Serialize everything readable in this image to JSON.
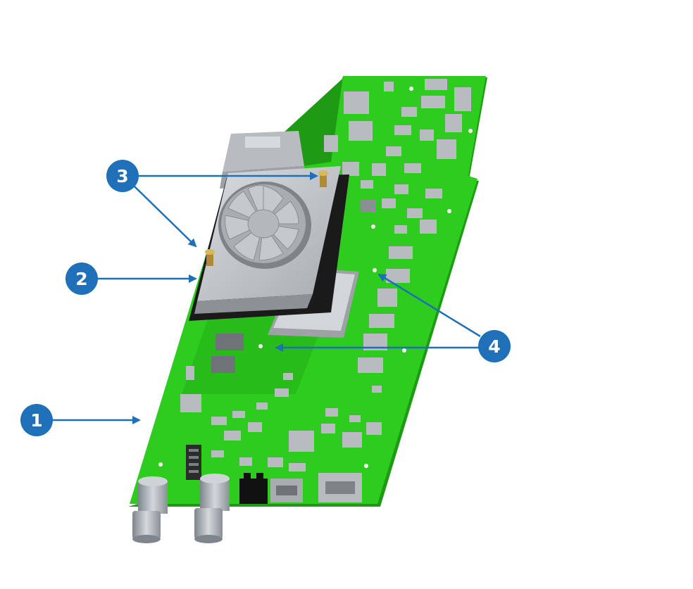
{
  "colors": {
    "background": "#ffffff",
    "pcb": "#2ecc1e",
    "pcb_edge": "#1f9a14",
    "pcb_shadow": "#26ad1a",
    "component": "#b8bcc0",
    "component_dark": "#8a8f94",
    "heatsink": "#c2c6ca",
    "heatsink_dark": "#1a1a1a",
    "fan_blade": "#a9adb1",
    "chip": "#d3d6d9",
    "standoff": "#c9a64a",
    "callout_fill": "#1f6fb9",
    "callout_arrow": "#1f6fb9",
    "bnc_metal": "#a7adb3"
  },
  "icons": {
    "callout_marker": "numbered-circle-icon",
    "arrow": "arrow-head-icon"
  },
  "callouts": [
    {
      "number": "1"
    },
    {
      "number": "2"
    },
    {
      "number": "3"
    },
    {
      "number": "4"
    }
  ]
}
